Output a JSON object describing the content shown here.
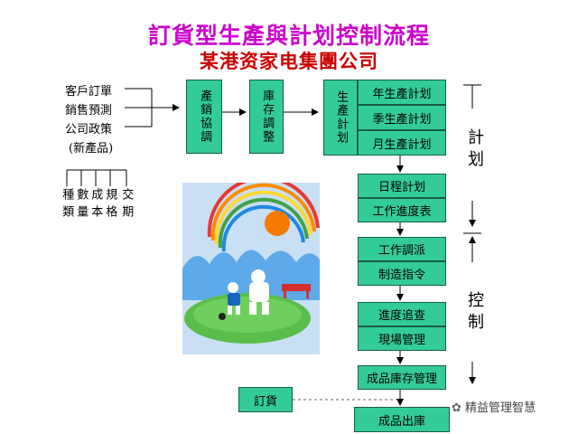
{
  "title": "訂貨型生產與計划控制流程",
  "subtitle": "某港资家电集團公司",
  "inputs": [
    "客戶訂單",
    "銷售預測",
    "公司政策",
    "(新產品)"
  ],
  "sub_inputs": [
    "種類",
    "數量",
    "成本",
    "規格",
    "交期"
  ],
  "boxes": {
    "sales": "產銷協調",
    "inventory": "庫存調整",
    "plan_main": "生產計划",
    "plan_year": "年生產計划",
    "plan_season": "季生產計划",
    "plan_month": "月生產計划",
    "daily_plan": "日程計划",
    "progress_table": "工作進度表",
    "dispatch": "工作調派",
    "order": "制造指令",
    "progress_chase": "進度追查",
    "site_mgmt": "現場管理",
    "stock_mgmt": "成品庫存管理",
    "ship": "成品出庫",
    "order_in": "訂貨"
  },
  "side_labels": {
    "plan": "計划",
    "control": "控制"
  },
  "watermark": "精益管理智慧",
  "colors": {
    "box": "#33cc99",
    "title": "#cc00cc",
    "subtitle": "#cc0000"
  }
}
